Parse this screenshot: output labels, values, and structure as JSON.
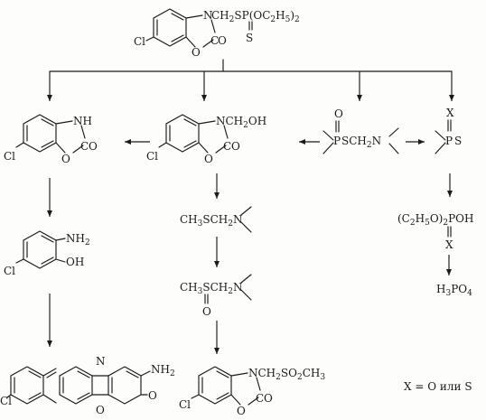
{
  "diagram": {
    "parent": {
      "substituent": "N",
      "chain": "CH",
      "chain_sub": "2",
      "s_link": "SP",
      "ester": "(OC",
      "ester_c_sub": "2",
      "ester_h": "H",
      "ester_h_sub": "5",
      "ester_close": ")",
      "ester_count": "2",
      "thione_s": "S"
    },
    "common": {
      "chloro": "Cl",
      "ring_o": "O",
      "ring_c": "C",
      "carbonyl_o": "O"
    },
    "compound_nh": {
      "nh": "NH"
    },
    "compound_hydroxymethyl": {
      "group": "NCH",
      "group_sub": "2",
      "group_end": "OH"
    },
    "oxon_phosphorus": {
      "o_top": "O",
      "p": "P",
      "chain": "SCH",
      "chain_sub": "2",
      "n": "N"
    },
    "cyclic_phosphorus": {
      "x": "X",
      "p": "P",
      "s": "S"
    },
    "aminophenol": {
      "amino": "NH",
      "amino_sub": "2",
      "oh": "OH"
    },
    "phenoxazinone": {
      "ring_n": "N",
      "amino": "NH",
      "amino_sub": "2",
      "ring_o": "O",
      "keto_o": "O"
    },
    "thioether": {
      "text": "CH",
      "sub1": "3",
      "text2": "SCH",
      "sub2": "2",
      "n": "N"
    },
    "sulfoxide": {
      "text": "CH",
      "sub1": "3",
      "text2": "SCH",
      "sub2": "2",
      "n": "N",
      "o": "O"
    },
    "sulfone_product": {
      "group": "NCH",
      "sub1": "2",
      "so": "SO",
      "sub2": "2",
      "ch": "CH",
      "sub3": "3"
    },
    "phosphoric_acid_ester": {
      "open": "(C",
      "c_sub": "2",
      "h": "H",
      "h_sub": "5",
      "o": "O)",
      "o_sub": "2",
      "poh": "POH",
      "x": "X"
    },
    "phosphoric_acid": {
      "h": "H",
      "h_sub": "3",
      "po": "PO",
      "po_sub": "4"
    },
    "legend": {
      "text": "X = O или S"
    }
  }
}
